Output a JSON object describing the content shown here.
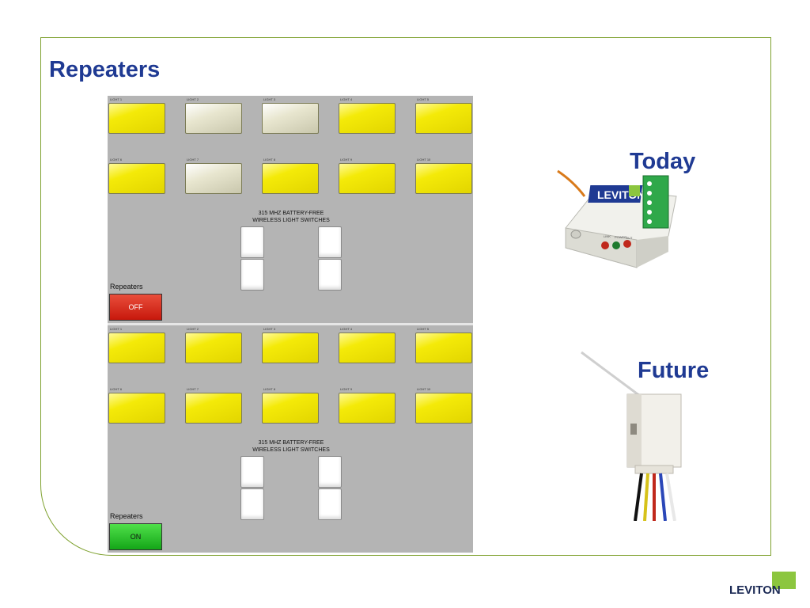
{
  "slide": {
    "title": "Repeaters",
    "today_caption": "Today",
    "future_caption": "Future",
    "logo_text": "LEVITON"
  },
  "panels": [
    {
      "lights": [
        {
          "label": "LIGHT 1",
          "state": "on"
        },
        {
          "label": "LIGHT 2",
          "state": "off"
        },
        {
          "label": "LIGHT 3",
          "state": "off"
        },
        {
          "label": "LIGHT 4",
          "state": "on"
        },
        {
          "label": "LIGHT 5",
          "state": "on"
        },
        {
          "label": "LIGHT 6",
          "state": "on"
        },
        {
          "label": "LIGHT 7",
          "state": "off"
        },
        {
          "label": "LIGHT 8",
          "state": "on"
        },
        {
          "label": "LIGHT 9",
          "state": "on"
        },
        {
          "label": "LIGHT 10",
          "state": "on"
        }
      ],
      "switches_caption_line1": "315 MHZ BATTERY-FREE",
      "switches_caption_line2": "WIRELESS LIGHT SWITCHES",
      "repeaters_label": "Repeaters",
      "repeaters_button": "OFF",
      "repeaters_state": "off"
    },
    {
      "lights": [
        {
          "label": "LIGHT 1",
          "state": "on"
        },
        {
          "label": "LIGHT 2",
          "state": "on"
        },
        {
          "label": "LIGHT 3",
          "state": "on"
        },
        {
          "label": "LIGHT 4",
          "state": "on"
        },
        {
          "label": "LIGHT 5",
          "state": "on"
        },
        {
          "label": "LIGHT 6",
          "state": "on"
        },
        {
          "label": "LIGHT 7",
          "state": "on"
        },
        {
          "label": "LIGHT 8",
          "state": "on"
        },
        {
          "label": "LIGHT 9",
          "state": "on"
        },
        {
          "label": "LIGHT 10",
          "state": "on"
        }
      ],
      "switches_caption_line1": "315 MHZ BATTERY-FREE",
      "switches_caption_line2": "WIRELESS LIGHT SWITCHES",
      "repeaters_label": "Repeaters",
      "repeaters_button": "ON",
      "repeaters_state": "on"
    }
  ],
  "device_today": {
    "brand": "LEVITON",
    "indicator_labels": [
      "LINK",
      "POWER",
      "OUT"
    ]
  },
  "colors": {
    "title_blue": "#1f3a93",
    "frame_green": "#7ea12e",
    "lamp_on": "#f4ea08",
    "lamp_off": "#e8e6cf",
    "button_off_red": "#c7180c",
    "button_on_green": "#14a618",
    "logo_green": "#8cc63f"
  }
}
